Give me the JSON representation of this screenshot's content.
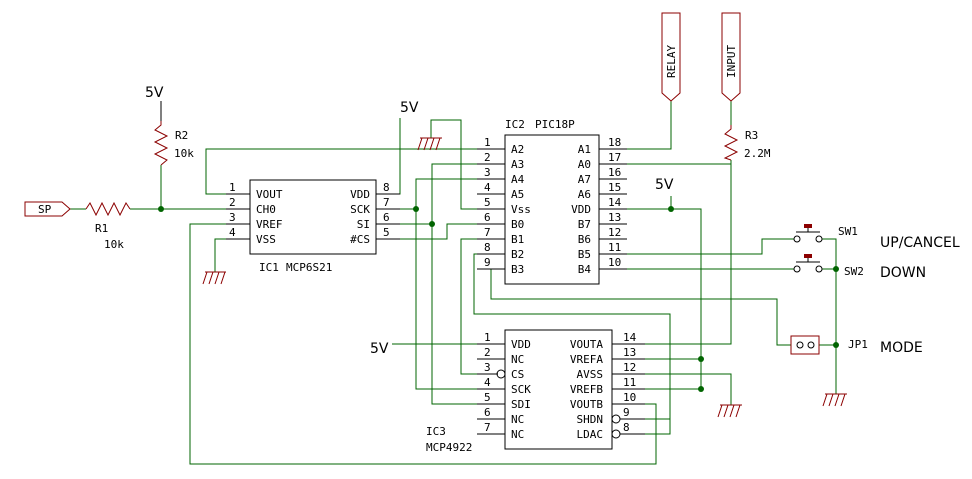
{
  "labels": {
    "v5_r2": "5V",
    "v5_ic1": "5V",
    "v5_ic2": "5V",
    "v5_ic3": "5V",
    "sp": "SP",
    "r1": "R1",
    "r1_val": "10k",
    "r2": "R2",
    "r2_val": "10k",
    "r3": "R3",
    "r3_val": "2.2M",
    "relay": "RELAY",
    "input": "INPUT",
    "sw1": "SW1",
    "sw2": "SW2",
    "jp1": "JP1",
    "up_cancel": "UP/CANCEL",
    "down": "DOWN",
    "mode": "MODE"
  },
  "ic1": {
    "name": "IC1",
    "part": "MCP6S21",
    "left": [
      {
        "num": "1",
        "label": "VOUT"
      },
      {
        "num": "2",
        "label": "CH0"
      },
      {
        "num": "3",
        "label": "VREF"
      },
      {
        "num": "4",
        "label": "VSS"
      }
    ],
    "right": [
      {
        "num": "8",
        "label": "VDD"
      },
      {
        "num": "7",
        "label": "SCK"
      },
      {
        "num": "6",
        "label": "SI"
      },
      {
        "num": "5",
        "label": "#CS"
      }
    ]
  },
  "ic2": {
    "name": "IC2",
    "part": "PIC18P",
    "left": [
      {
        "num": "1",
        "label": "A2"
      },
      {
        "num": "2",
        "label": "A3"
      },
      {
        "num": "3",
        "label": "A4"
      },
      {
        "num": "4",
        "label": "A5"
      },
      {
        "num": "5",
        "label": "Vss"
      },
      {
        "num": "6",
        "label": "B0"
      },
      {
        "num": "7",
        "label": "B1"
      },
      {
        "num": "8",
        "label": "B2"
      },
      {
        "num": "9",
        "label": "B3"
      }
    ],
    "right": [
      {
        "num": "18",
        "label": "A1"
      },
      {
        "num": "17",
        "label": "A0"
      },
      {
        "num": "16",
        "label": "A7"
      },
      {
        "num": "15",
        "label": "A6"
      },
      {
        "num": "14",
        "label": "VDD"
      },
      {
        "num": "13",
        "label": "B7"
      },
      {
        "num": "12",
        "label": "B6"
      },
      {
        "num": "11",
        "label": "B5"
      },
      {
        "num": "10",
        "label": "B4"
      }
    ]
  },
  "ic3": {
    "name": "IC3",
    "part": "MCP4922",
    "left": [
      {
        "num": "1",
        "label": "VDD"
      },
      {
        "num": "2",
        "label": "NC"
      },
      {
        "num": "3",
        "label": "CS"
      },
      {
        "num": "4",
        "label": "SCK"
      },
      {
        "num": "5",
        "label": "SDI"
      },
      {
        "num": "6",
        "label": "NC"
      },
      {
        "num": "7",
        "label": "NC"
      }
    ],
    "right": [
      {
        "num": "14",
        "label": "VOUTA"
      },
      {
        "num": "13",
        "label": "VREFA"
      },
      {
        "num": "12",
        "label": "AVSS"
      },
      {
        "num": "11",
        "label": "VREFB"
      },
      {
        "num": "10",
        "label": "VOUTB"
      },
      {
        "num": "9",
        "label": "SHDN"
      },
      {
        "num": "8",
        "label": "LDAC"
      }
    ]
  }
}
